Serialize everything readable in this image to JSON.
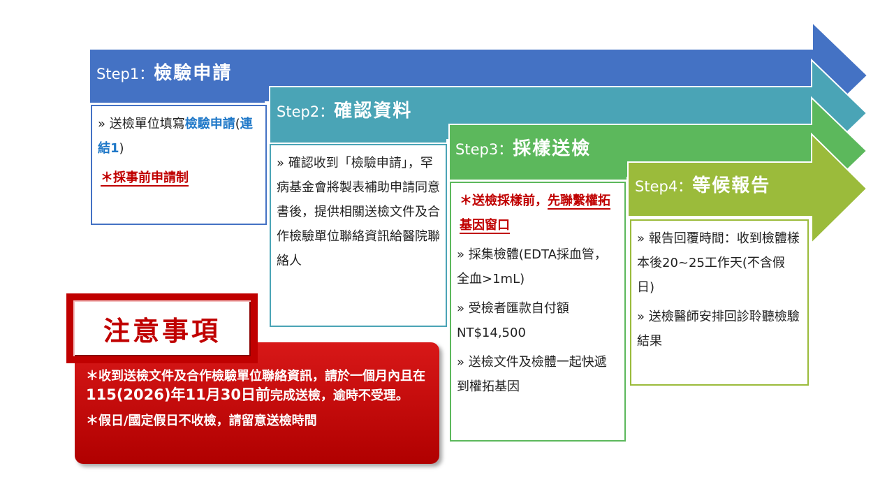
{
  "steps": [
    {
      "prefix": "Step1：",
      "title": "檢驗申請",
      "color": "#4472c4",
      "items": [
        {
          "before": "» 送檢單位填寫",
          "highlight": "檢驗申請",
          "paren_open": "(",
          "link": "連結1",
          "paren_close": ")"
        }
      ],
      "note": "＊採事前申請制"
    },
    {
      "prefix": "Step2：",
      "title": "確認資料",
      "color": "#4aa4b6",
      "items": [
        "» 確認收到「檢驗申請」，罕病基金會將製表補助申請同意書後，提供相關送檢文件及合作檢驗單位聯絡資訊給醫院聯絡人"
      ]
    },
    {
      "prefix": "Step3：",
      "title": "採樣送檢",
      "color": "#5cb85c",
      "warn_before": "＊送檢採樣前，",
      "warn_underlined": "先聯繫權拓基因窗口",
      "items": [
        "» 採集檢體(EDTA採血管，全血>1mL)",
        "» 受檢者匯款自付額NT$14,500",
        "» 送檢文件及檢體一起快遞到權拓基因"
      ]
    },
    {
      "prefix": "Step4：",
      "title": "等候報告",
      "color": "#9bbb3b",
      "items": [
        "» 報告回覆時間：收到檢體樣本後20~25工作天(不含假日)",
        "» 送檢醫師安排回診聆聽檢驗結果"
      ]
    }
  ],
  "notice": {
    "label": "注意事項",
    "line1_part1": "＊收到送檢文件及合作檢驗單位聯絡資訊，請於一個月內且在",
    "line1_big": "115(2026)年11月30日前",
    "line1_part2": "完成送檢，逾時不受理。",
    "line2": "＊假日/國定假日不收檢，請留意送檢時間",
    "color": "#c00000"
  }
}
